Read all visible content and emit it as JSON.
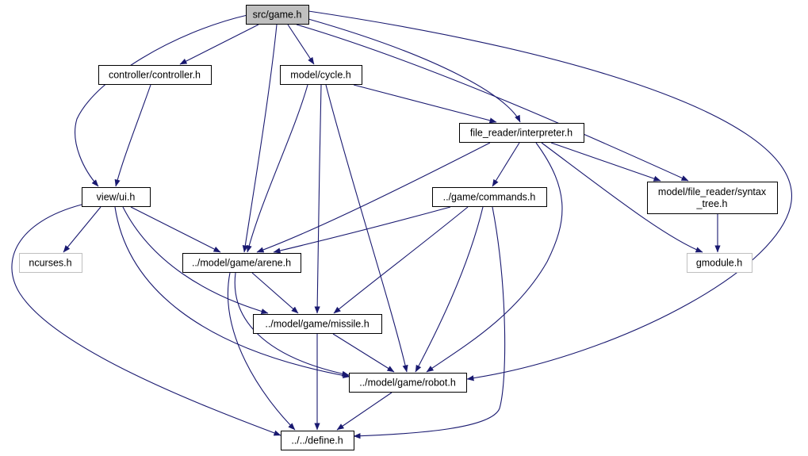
{
  "diagram": {
    "colors": {
      "edge": "#191970",
      "node_border": "#000000",
      "external_border": "#bfbfbf",
      "root_fill": "#bfbfbf",
      "node_fill": "#ffffff"
    },
    "nodes": [
      {
        "id": "game",
        "label": "src/game.h",
        "style": "root"
      },
      {
        "id": "controller",
        "label": "controller/controller.h",
        "style": "normal"
      },
      {
        "id": "cycle",
        "label": "model/cycle.h",
        "style": "normal"
      },
      {
        "id": "interpreter",
        "label": "file_reader/interpreter.h",
        "style": "normal"
      },
      {
        "id": "ui",
        "label": "view/ui.h",
        "style": "normal"
      },
      {
        "id": "commands",
        "label": "../game/commands.h",
        "style": "normal"
      },
      {
        "id": "syntax",
        "label": "model/file_reader/syntax\n_tree.h",
        "style": "normal"
      },
      {
        "id": "ncurses",
        "label": "ncurses.h",
        "style": "external"
      },
      {
        "id": "arene",
        "label": "../model/game/arene.h",
        "style": "normal"
      },
      {
        "id": "gmodule",
        "label": "gmodule.h",
        "style": "external"
      },
      {
        "id": "missile",
        "label": "../model/game/missile.h",
        "style": "normal"
      },
      {
        "id": "robot",
        "label": "../model/game/robot.h",
        "style": "normal"
      },
      {
        "id": "define",
        "label": "../../define.h",
        "style": "normal"
      }
    ],
    "edges": [
      {
        "from": "game",
        "to": "controller"
      },
      {
        "from": "game",
        "to": "cycle"
      },
      {
        "from": "game",
        "to": "ui"
      },
      {
        "from": "game",
        "to": "arene"
      },
      {
        "from": "game",
        "to": "syntax"
      },
      {
        "from": "game",
        "to": "interpreter"
      },
      {
        "from": "game",
        "to": "robot"
      },
      {
        "from": "controller",
        "to": "ui"
      },
      {
        "from": "cycle",
        "to": "interpreter"
      },
      {
        "from": "cycle",
        "to": "arene"
      },
      {
        "from": "cycle",
        "to": "missile"
      },
      {
        "from": "cycle",
        "to": "robot"
      },
      {
        "from": "interpreter",
        "to": "commands"
      },
      {
        "from": "interpreter",
        "to": "syntax"
      },
      {
        "from": "interpreter",
        "to": "gmodule"
      },
      {
        "from": "interpreter",
        "to": "arene"
      },
      {
        "from": "interpreter",
        "to": "robot"
      },
      {
        "from": "syntax",
        "to": "gmodule"
      },
      {
        "from": "ui",
        "to": "ncurses"
      },
      {
        "from": "ui",
        "to": "arene"
      },
      {
        "from": "ui",
        "to": "missile"
      },
      {
        "from": "ui",
        "to": "robot"
      },
      {
        "from": "ui",
        "to": "define"
      },
      {
        "from": "commands",
        "to": "arene"
      },
      {
        "from": "commands",
        "to": "missile"
      },
      {
        "from": "commands",
        "to": "robot"
      },
      {
        "from": "commands",
        "to": "define"
      },
      {
        "from": "arene",
        "to": "missile"
      },
      {
        "from": "arene",
        "to": "robot"
      },
      {
        "from": "arene",
        "to": "define"
      },
      {
        "from": "missile",
        "to": "robot"
      },
      {
        "from": "missile",
        "to": "define"
      },
      {
        "from": "robot",
        "to": "define"
      }
    ]
  }
}
